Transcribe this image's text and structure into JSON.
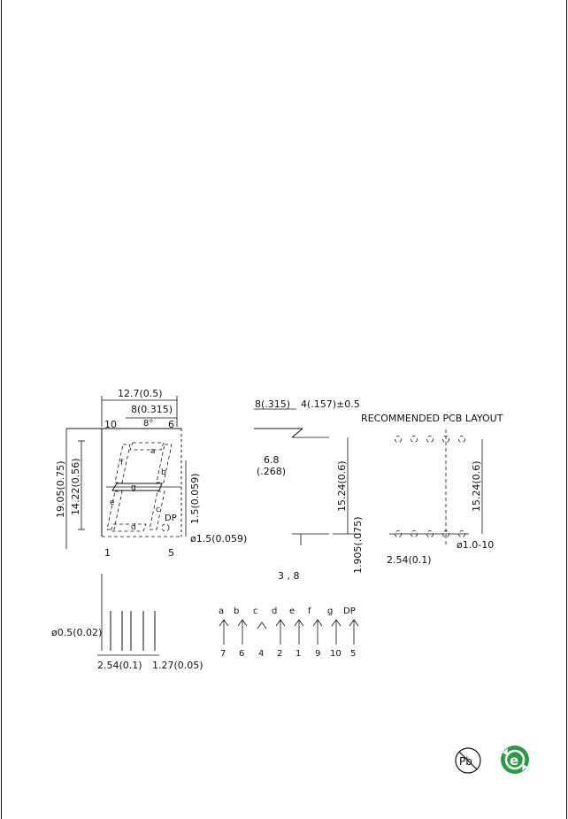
{
  "dims": {
    "width_total": "12.7(0.5)",
    "inner_width": "8(0.315)",
    "height_total": "19.05(0.75)",
    "digit_height": "14.22(0.56)",
    "seg_width": "1.5(0.059)",
    "slant_angle": "8°",
    "dp_diameter": "ø1.5(0.059)",
    "side_top_a": "8(.315)",
    "side_top_b": "4(.157)±0.5",
    "side_thickness_a": "6.8",
    "side_thickness_b": "(.268)",
    "row_spacing": "15.24(0.6)",
    "pin_offset": "1.905(.075)",
    "pin_diameter": "ø0.5(0.02)",
    "pin_pitch": "2.54(0.1)",
    "pin_half_pitch": "1.27(0.05)"
  },
  "front": {
    "pin_top_left": "10",
    "pin_top_right": "6",
    "pin_bottom_left": "1",
    "pin_bottom_right": "5",
    "segments": [
      "a",
      "b",
      "c",
      "d",
      "e",
      "f",
      "g"
    ],
    "dp_label": "DP"
  },
  "middle_label": "3 , 8",
  "pinmap": {
    "segments": [
      "a",
      "b",
      "c",
      "d",
      "e",
      "f",
      "g",
      "DP"
    ],
    "pins": [
      "7",
      "6",
      "4",
      "2",
      "1",
      "9",
      "10",
      "5"
    ]
  },
  "pcb": {
    "title": "RECOMMENDED PCB LAYOUT",
    "row_spacing": "15.24(0.6)",
    "hole_size": "ø1.0-10",
    "pitch": "2.54(0.1)"
  },
  "badges": {
    "pb_text": "Pb",
    "eco_text": "e"
  }
}
